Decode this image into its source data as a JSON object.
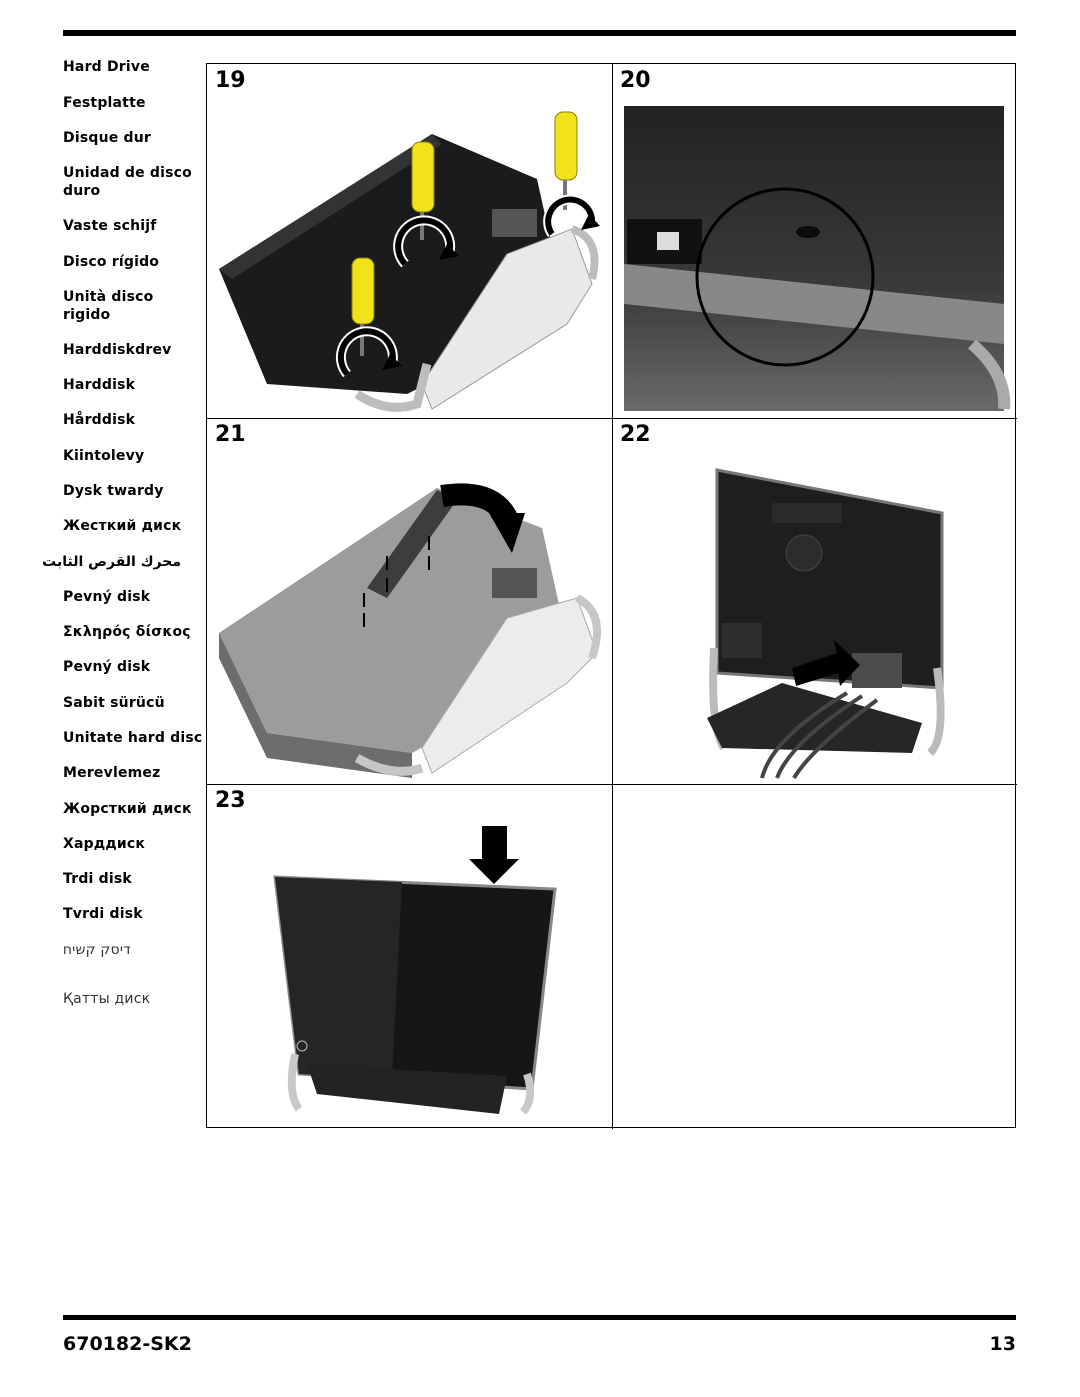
{
  "sidebar": {
    "languages": [
      "Hard Drive",
      "Festplatte",
      "Disque dur",
      "Unidad de disco duro",
      "Vaste schijf",
      "Disco rígido",
      "Unità disco rigido",
      "Harddiskdrev",
      "Harddisk",
      "Hårddisk",
      "Kiintolevy",
      "Dysk twardy",
      "Жесткий диск",
      "محرك القرص الثابت",
      "Pevný disk",
      "Σκληρός δίσκος",
      "Pevný disk",
      "Sabit sürücü",
      "Unitate hard disc",
      "Merevlemez",
      "Жорсткий диск",
      "Харддиск",
      "Trdi disk",
      "Tvrdi disk",
      "דיסק קשיח",
      "Қатты диск"
    ]
  },
  "steps": {
    "s19": "19",
    "s20": "20",
    "s21": "21",
    "s22": "22",
    "s23": "23"
  },
  "footer": {
    "doc_number": "670182-SK2",
    "page_number": "13"
  },
  "colors": {
    "screwdriver_handle": "#f2e21a",
    "device_dark": "#1a1a1a",
    "stand_gray": "#c9c9c9"
  }
}
